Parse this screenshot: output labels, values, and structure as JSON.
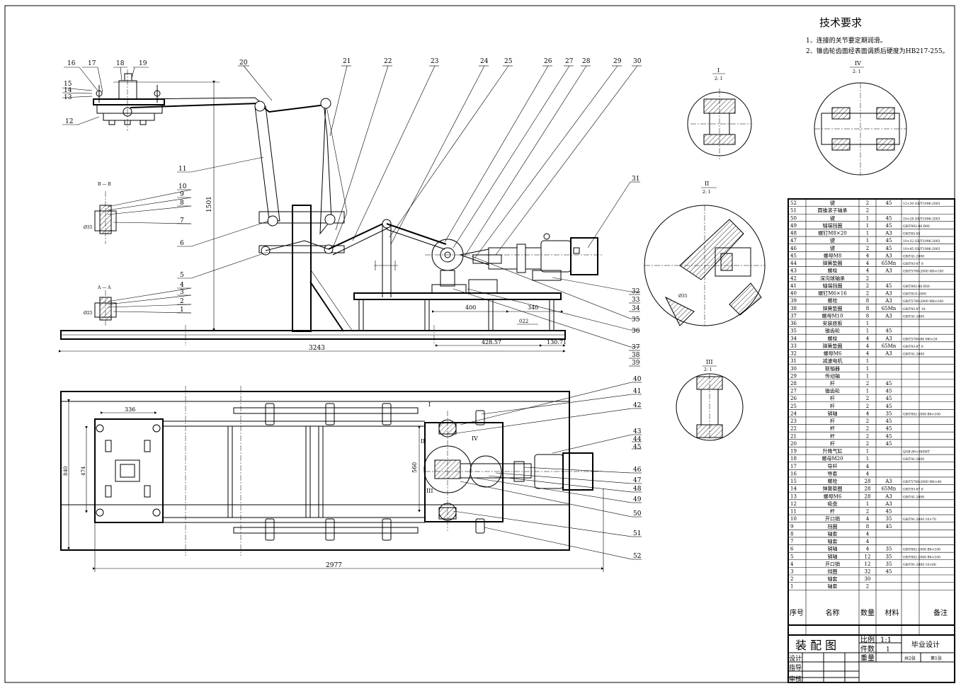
{
  "tech_requirements": {
    "title": "技术要求",
    "items": [
      "1、连接的关节要定期润滑。",
      "2、锥齿轮齿面经表面调质后硬度为HB217-255。"
    ]
  },
  "detail_views": {
    "I": {
      "label": "I",
      "scale": "2: 1"
    },
    "II": {
      "label": "II",
      "scale": "2: 1"
    },
    "III": {
      "label": "III",
      "scale": "2: 1"
    },
    "IV": {
      "label": "IV",
      "scale": "2: 1"
    }
  },
  "section_labels": {
    "bb": "B — B",
    "aa": "A — A"
  },
  "dimensions": {
    "height_1501": "1501",
    "len_3243": "3243",
    "d_400": "400",
    "d_340": "340",
    "d_022": "022",
    "d_428": "428.57",
    "d_130": "130.71",
    "d_336": "336",
    "d_560": "560",
    "d_2977": "2977",
    "d_474": "474",
    "d_840": "840",
    "d_o35": "Ø35",
    "d_o25": "Ø25"
  },
  "balloons_left": [
    "16",
    "17",
    "18",
    "19",
    "15",
    "14",
    "13",
    "12",
    "11",
    "10",
    "9",
    "8",
    "7",
    "6",
    "5",
    "4",
    "3",
    "2",
    "1"
  ],
  "balloons_top": [
    "20",
    "21",
    "22",
    "23",
    "24",
    "25",
    "26",
    "27",
    "28",
    "29",
    "30"
  ],
  "balloons_right": [
    "31",
    "32",
    "33",
    "34",
    "35",
    "36",
    "37",
    "38",
    "39"
  ],
  "balloons_plan": [
    "40",
    "41",
    "42",
    "43",
    "44",
    "45",
    "46",
    "47",
    "48",
    "49",
    "50",
    "51",
    "52"
  ],
  "parts_header": {
    "no": "序号",
    "name": "名称",
    "qty": "数量",
    "material": "材料",
    "remark": "备注"
  },
  "parts": [
    {
      "no": "52",
      "name": "键",
      "qty": "2",
      "material": "45",
      "remark": "12×30 GB/T1096-2003"
    },
    {
      "no": "51",
      "name": "圆锥滚子轴承",
      "qty": "2",
      "material": "",
      "remark": ""
    },
    {
      "no": "50",
      "name": "键",
      "qty": "1",
      "material": "45",
      "remark": "10×28 GB/T1096-2003"
    },
    {
      "no": "49",
      "name": "轴端挡圈",
      "qty": "1",
      "material": "45",
      "remark": "GB/T892-86 B00"
    },
    {
      "no": "48",
      "name": "螺钉M8×20",
      "qty": "1",
      "material": "A3",
      "remark": "GB/T65-85"
    },
    {
      "no": "47",
      "name": "键",
      "qty": "1",
      "material": "45",
      "remark": "10×32 GB/T1096-2003"
    },
    {
      "no": "46",
      "name": "键",
      "qty": "2",
      "material": "45",
      "remark": "10×45 GB/T1096-2003"
    },
    {
      "no": "45",
      "name": "螺母M8",
      "qty": "4",
      "material": "A3",
      "remark": "GB/T41-2000"
    },
    {
      "no": "44",
      "name": "弹簧垫圈",
      "qty": "4",
      "material": "65Mn",
      "remark": "GB/T93-87 8"
    },
    {
      "no": "43",
      "name": "螺栓",
      "qty": "4",
      "material": "A3",
      "remark": "GB/T5780-2000 M8×100"
    },
    {
      "no": "42",
      "name": "深沟球轴承",
      "qty": "2",
      "material": "",
      "remark": ""
    },
    {
      "no": "41",
      "name": "轴端挡圈",
      "qty": "2",
      "material": "45",
      "remark": "GB/T892-86 B50"
    },
    {
      "no": "40",
      "name": "螺钉M6×16",
      "qty": "2",
      "material": "A3",
      "remark": "GB/T819-2000"
    },
    {
      "no": "39",
      "name": "螺栓",
      "qty": "8",
      "material": "A3",
      "remark": "GB/T5780-2000 M8×100"
    },
    {
      "no": "38",
      "name": "弹簧垫圈",
      "qty": "8",
      "material": "65Mn",
      "remark": "GB/T93-87 10"
    },
    {
      "no": "37",
      "name": "螺母M10",
      "qty": "8",
      "material": "A3",
      "remark": "GB/T41-2000"
    },
    {
      "no": "36",
      "name": "安装底板",
      "qty": "1",
      "material": "",
      "remark": ""
    },
    {
      "no": "35",
      "name": "锥齿轮",
      "qty": "1",
      "material": "45",
      "remark": ""
    },
    {
      "no": "34",
      "name": "螺栓",
      "qty": "4",
      "material": "A3",
      "remark": "GB/T5780-86 M6×20"
    },
    {
      "no": "33",
      "name": "弹簧垫圈",
      "qty": "4",
      "material": "65Mn",
      "remark": "GB/T93-87 6"
    },
    {
      "no": "32",
      "name": "螺母M6",
      "qty": "4",
      "material": "A3",
      "remark": "GB/T41-2000"
    },
    {
      "no": "31",
      "name": "减速电机",
      "qty": "1",
      "material": "",
      "remark": ""
    },
    {
      "no": "30",
      "name": "联轴器",
      "qty": "1",
      "material": "",
      "remark": ""
    },
    {
      "no": "29",
      "name": "传动轴",
      "qty": "1",
      "material": "",
      "remark": ""
    },
    {
      "no": "28",
      "name": "杆",
      "qty": "2",
      "material": "45",
      "remark": ""
    },
    {
      "no": "27",
      "name": "锥齿轮",
      "qty": "1",
      "material": "45",
      "remark": ""
    },
    {
      "no": "26",
      "name": "杆",
      "qty": "2",
      "material": "45",
      "remark": ""
    },
    {
      "no": "25",
      "name": "杆",
      "qty": "2",
      "material": "45",
      "remark": ""
    },
    {
      "no": "24",
      "name": "销轴",
      "qty": "4",
      "material": "35",
      "remark": "GB/T882-2008 B8×100"
    },
    {
      "no": "23",
      "name": "杆",
      "qty": "2",
      "material": "45",
      "remark": ""
    },
    {
      "no": "22",
      "name": "杆",
      "qty": "2",
      "material": "45",
      "remark": ""
    },
    {
      "no": "21",
      "name": "杆",
      "qty": "2",
      "material": "45",
      "remark": ""
    },
    {
      "no": "20",
      "name": "杆",
      "qty": "2",
      "material": "45",
      "remark": ""
    },
    {
      "no": "19",
      "name": "升降气缸",
      "qty": "1",
      "material": "",
      "remark": "QGB-80×300MT"
    },
    {
      "no": "18",
      "name": "螺母M20",
      "qty": "1",
      "material": "",
      "remark": "GB/T41-2000"
    },
    {
      "no": "17",
      "name": "导杆",
      "qty": "4",
      "material": "",
      "remark": ""
    },
    {
      "no": "16",
      "name": "导套",
      "qty": "4",
      "material": "",
      "remark": ""
    },
    {
      "no": "15",
      "name": "螺栓",
      "qty": "28",
      "material": "A3",
      "remark": "GB/T5780-2000 M6×40"
    },
    {
      "no": "14",
      "name": "弹簧垫圈",
      "qty": "28",
      "material": "65Mn",
      "remark": "GB/T93-87 6"
    },
    {
      "no": "13",
      "name": "螺母M6",
      "qty": "28",
      "material": "A3",
      "remark": "GB/T41-2000"
    },
    {
      "no": "12",
      "name": "吸盘",
      "qty": "1",
      "material": "A3",
      "remark": ""
    },
    {
      "no": "11",
      "name": "杆",
      "qty": "2",
      "material": "45",
      "remark": ""
    },
    {
      "no": "10",
      "name": "开口销",
      "qty": "4",
      "material": "35",
      "remark": "GB/T91-2000 10×70"
    },
    {
      "no": "9",
      "name": "挡圈",
      "qty": "8",
      "material": "45",
      "remark": ""
    },
    {
      "no": "8",
      "name": "轴套",
      "qty": "4",
      "material": "",
      "remark": ""
    },
    {
      "no": "7",
      "name": "轴套",
      "qty": "4",
      "material": "",
      "remark": ""
    },
    {
      "no": "6",
      "name": "销轴",
      "qty": "4",
      "material": "35",
      "remark": "GB/T882-2008 B8×100"
    },
    {
      "no": "5",
      "name": "销轴",
      "qty": "12",
      "material": "35",
      "remark": "GB/T882-2008 B8×100"
    },
    {
      "no": "4",
      "name": "开口销",
      "qty": "12",
      "material": "35",
      "remark": "GB/T91-2000 10×60"
    },
    {
      "no": "3",
      "name": "挡圈",
      "qty": "32",
      "material": "45",
      "remark": ""
    },
    {
      "no": "2",
      "name": "轴套",
      "qty": "30",
      "material": "",
      "remark": ""
    },
    {
      "no": "1",
      "name": "轴套",
      "qty": "2",
      "material": "",
      "remark": ""
    }
  ],
  "title_block": {
    "drawing_name": "装 配 图",
    "scale_label": "比例",
    "scale_value": "1:1",
    "pieces_label": "件数",
    "pieces_value": "1",
    "weight_label": "重量",
    "project": "毕业设计",
    "sheets_total": "共2张",
    "sheet_no": "第1张",
    "designer": "设计",
    "guide": "指导",
    "review": "审核"
  }
}
